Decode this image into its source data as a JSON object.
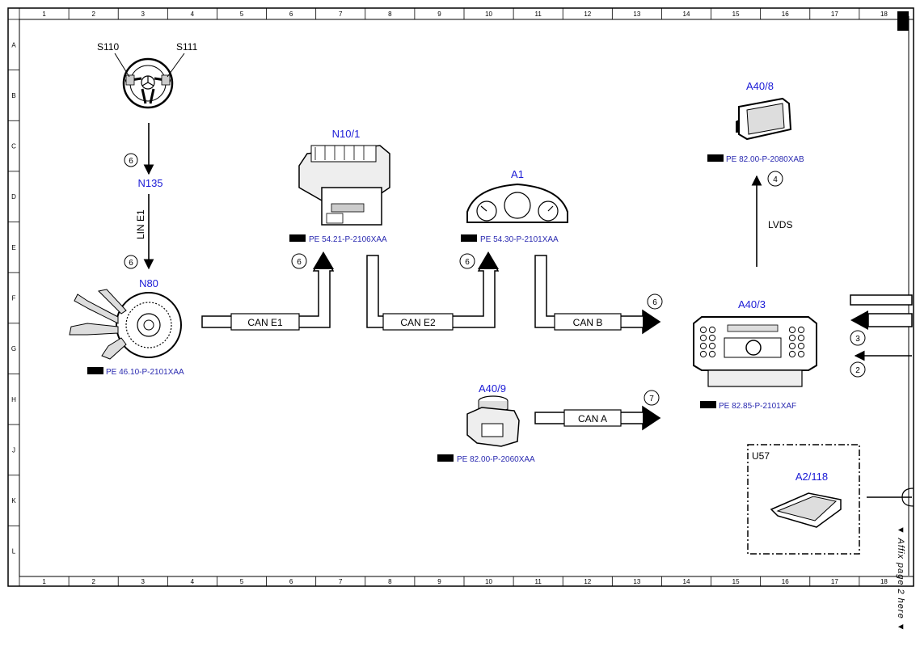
{
  "grid": {
    "columns": [
      "1",
      "2",
      "3",
      "4",
      "5",
      "6",
      "7",
      "8",
      "9",
      "10",
      "11",
      "12",
      "13",
      "14",
      "15",
      "16",
      "17",
      "18"
    ],
    "rows": [
      "A",
      "B",
      "C",
      "D",
      "E",
      "F",
      "G",
      "H",
      "J",
      "K",
      "L"
    ]
  },
  "components": {
    "s110": "S110",
    "s111": "S111",
    "n135": "N135",
    "n80": "N80",
    "n10_1": "N10/1",
    "a1": "A1",
    "a40_8": "A40/8",
    "a40_3": "A40/3",
    "a40_9": "A40/9",
    "u57": "U57",
    "a2_118": "A2/118"
  },
  "refs": {
    "n80": "PE 46.10-P-2101XAA",
    "n10_1": "PE 54.21-P-2106XAA",
    "a1": "PE 54.30-P-2101XAA",
    "a40_8": "PE 82.00-P-2080XAB",
    "a40_3": "PE 82.85-P-2101XAF",
    "a40_9": "PE 82.00-P-2060XAA"
  },
  "buses": {
    "lin_e1": "LIN E1",
    "can_e1": "CAN E1",
    "can_e2": "CAN E2",
    "can_b": "CAN B",
    "can_a": "CAN A",
    "lvds": "LVDS"
  },
  "markers": {
    "m_c": "6",
    "m_e_left": "6",
    "m_e_mid": "6",
    "m_e_right": "6",
    "m_f": "6",
    "m_d": "4",
    "m_h": "7",
    "m_g1": "3",
    "m_g2": "2"
  },
  "side_note": "▼ Affix page 2 here ▼"
}
